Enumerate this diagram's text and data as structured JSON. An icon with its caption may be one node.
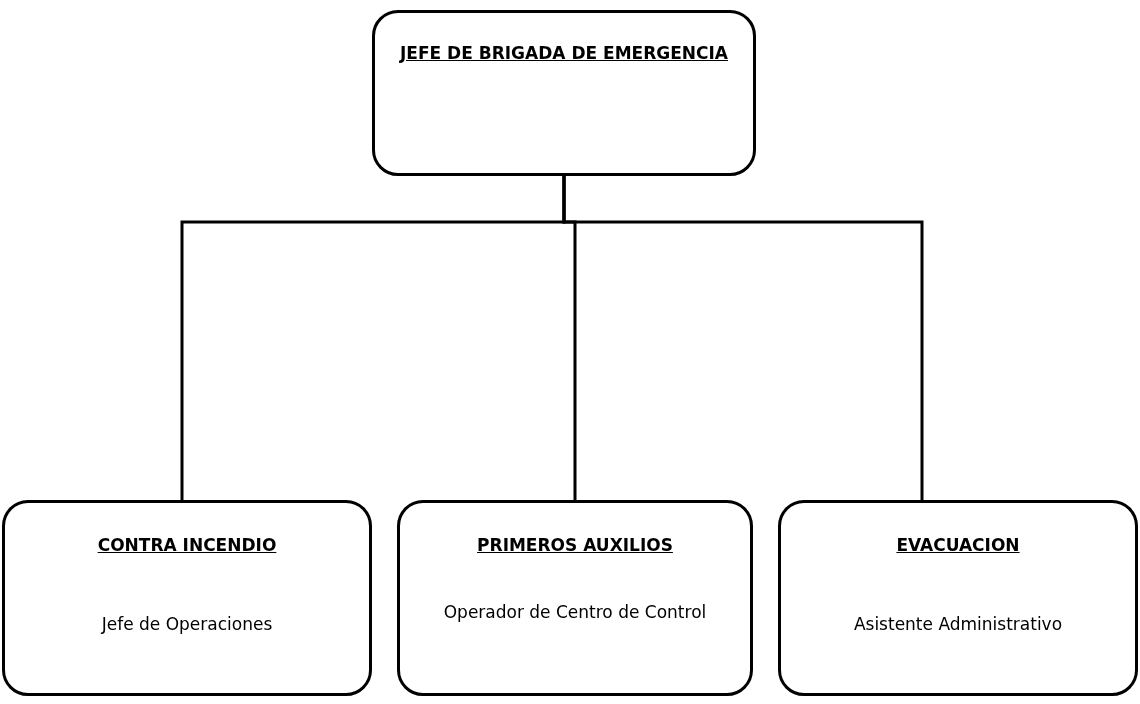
{
  "diagram": {
    "nodes": [
      {
        "text": [
          "JEFE DE BRIGADA DE EMERGENCIA"
        ]
      },
      {
        "text": [
          "CONTRA INCENDIO",
          "Jefe de Operaciones"
        ]
      },
      {
        "text": [
          "PRIMEROS AUXILIOS",
          "Operador de Centro de Control"
        ]
      },
      {
        "text": [
          "EVACUACION",
          "Asistente Administrativo"
        ]
      }
    ],
    "edges": [
      {
        "from": 0,
        "to": 1,
        "arrow": "none"
      },
      {
        "from": 0,
        "to": 2,
        "arrow": "none"
      },
      {
        "from": 0,
        "to": 3,
        "arrow": "none"
      }
    ]
  }
}
